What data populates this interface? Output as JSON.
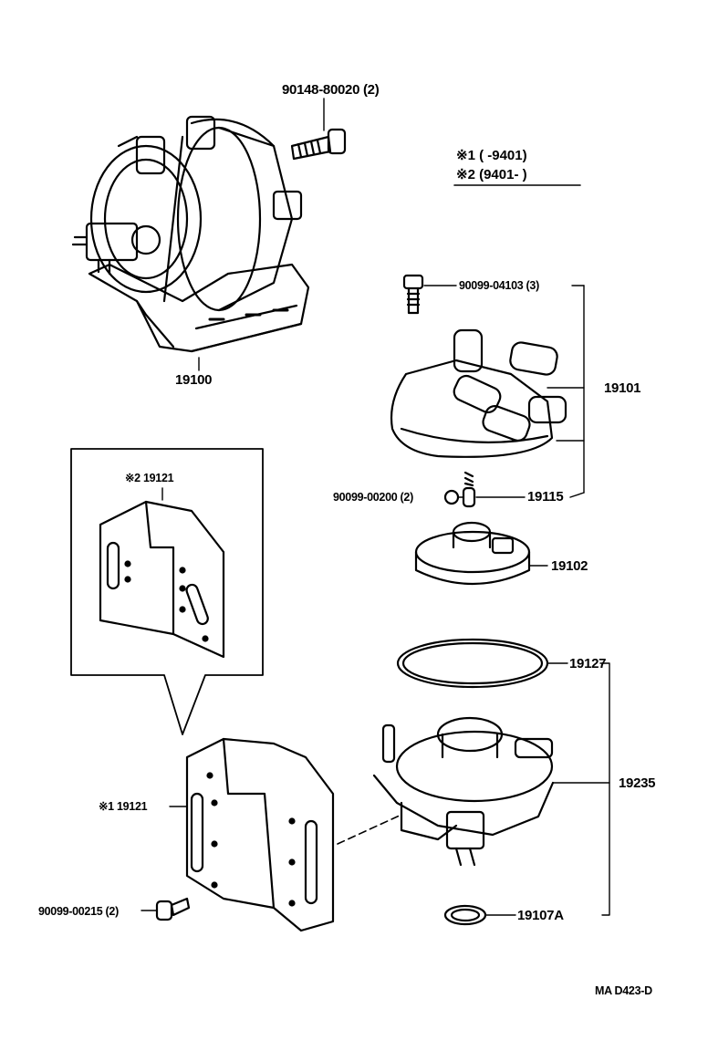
{
  "labels": {
    "bolt_top": "90148-80020 (2)",
    "distributor": "19100",
    "legend_1": "※1 (      -9401)",
    "legend_2": "※2 (9401-      )",
    "cap_screw": "90099-04103 (3)",
    "cap": "19101",
    "rotor_screw": "90099-00200 (2)",
    "carbon": "19115",
    "rotor": "19102",
    "bracket_inset": "※2 19121",
    "bracket": "※1 19121",
    "gasket": "19127",
    "housing": "19235",
    "bracket_bolt": "90099-00215 (2)",
    "oring": "19107A",
    "diagram_code": "MA D423-D"
  },
  "colors": {
    "line": "#000000",
    "background": "#ffffff"
  }
}
